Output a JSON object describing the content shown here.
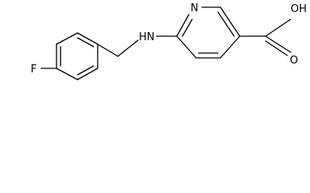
{
  "atoms": {
    "fluorine": "F",
    "amine": "HN",
    "pyridine_nitrogen": "N",
    "carbonyl_oxygen": "O",
    "hydroxyl": "OH"
  }
}
